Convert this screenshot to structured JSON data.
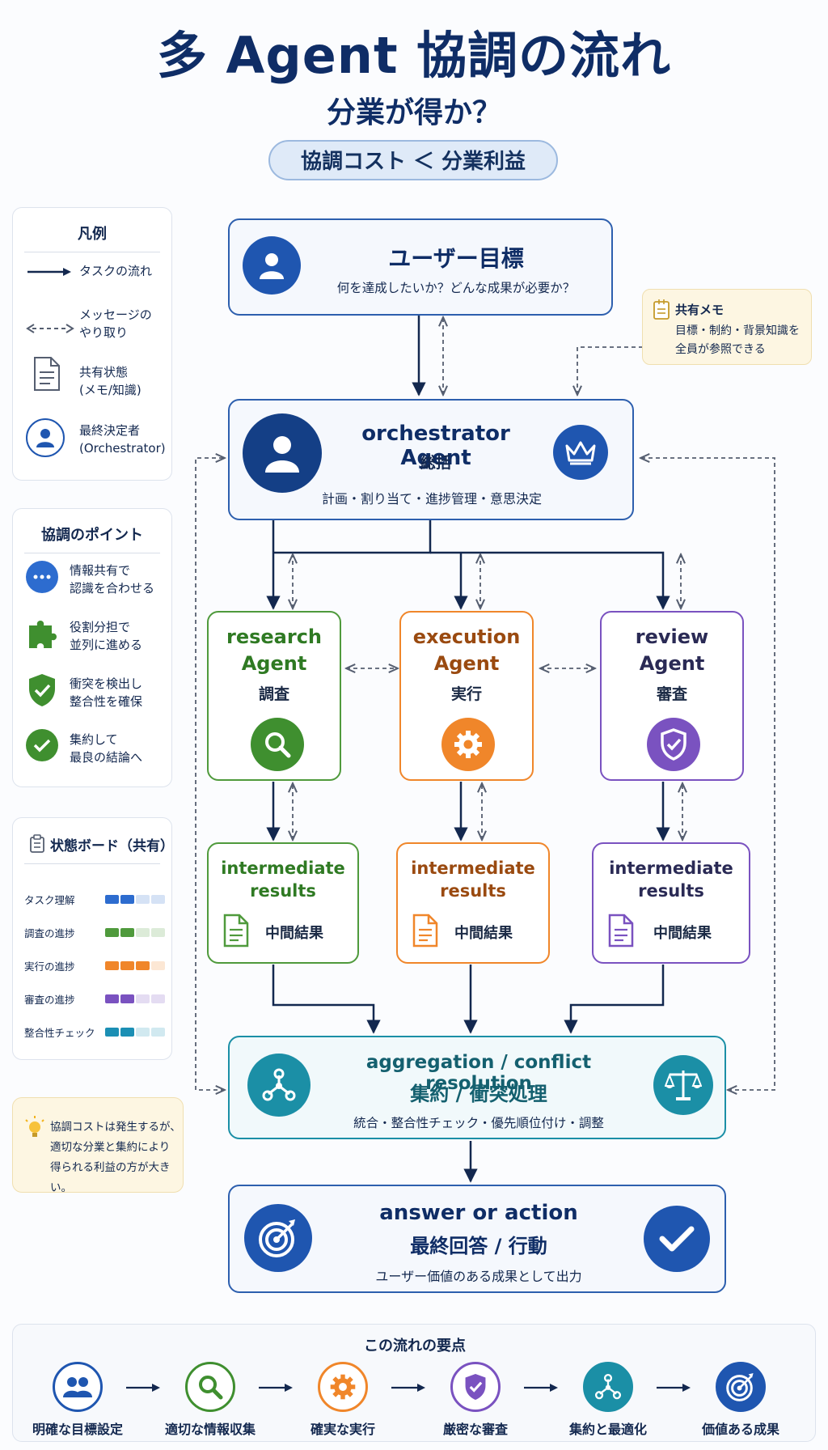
{
  "header": {
    "title": "多 Agent 協調の流れ",
    "subtitle": "分業が得か？",
    "formula": "協調コスト ＜ 分業利益"
  },
  "legend": {
    "title": "凡例",
    "items": [
      {
        "label": "タスクの流れ"
      },
      {
        "label": "メッセージの\nやり取り"
      },
      {
        "label": "共有状態\n(メモ/知識)"
      },
      {
        "label": "最終決定者\n(Orchestrator)"
      }
    ]
  },
  "points": {
    "title": "協調のポイント",
    "items": [
      {
        "label": "情報共有で\n認識を合わせる"
      },
      {
        "label": "役割分担で\n並列に進める"
      },
      {
        "label": "衝突を検出し\n整合性を確保"
      },
      {
        "label": "集約して\n最良の結論へ"
      }
    ]
  },
  "board": {
    "title": "状態ボード（共有）",
    "rows": [
      {
        "label": "タスク理解",
        "progress": 0.5,
        "color": "#2d6ccf"
      },
      {
        "label": "調査の進捗",
        "progress": 0.5,
        "color": "#4f9a3c"
      },
      {
        "label": "実行の進捗",
        "progress": 0.75,
        "color": "#f0862a"
      },
      {
        "label": "審査の進捗",
        "progress": 0.5,
        "color": "#7a52c0"
      },
      {
        "label": "整合性チェック",
        "progress": 0.5,
        "color": "#1b8fb4"
      }
    ]
  },
  "tip": {
    "text": "協調コストは発生するが、\n適切な分業と集約により\n得られる利益の方が大きい。"
  },
  "user_goal": {
    "title": "ユーザー目標",
    "desc": "何を達成したいか？どんな成果が必要か？"
  },
  "shared_memo": {
    "title": "共有メモ",
    "desc": "目標・制約・背景知識を\n全員が参照できる"
  },
  "orchestrator": {
    "name": "orchestrator Agent",
    "jp": "総括",
    "desc": "計画・割り当て・進捗管理・意思決定"
  },
  "agents": [
    {
      "name": "research\nAgent",
      "jp": "調査",
      "color": "#4f9a3c",
      "text_color": "#2f7a23",
      "icon": "magnifier-icon"
    },
    {
      "name": "execution\nAgent",
      "jp": "実行",
      "color": "#f0862a",
      "text_color": "#9a4a10",
      "icon": "gear-icon"
    },
    {
      "name": "review\nAgent",
      "jp": "審査",
      "color": "#7a52c0",
      "text_color": "#2a2a55",
      "icon": "shield-check-icon"
    }
  ],
  "intermediate": [
    {
      "name": "intermediate\nresults",
      "jp": "中間結果"
    },
    {
      "name": "intermediate\nresults",
      "jp": "中間結果"
    },
    {
      "name": "intermediate\nresults",
      "jp": "中間結果"
    }
  ],
  "aggregation": {
    "name": "aggregation / conflict resolution",
    "jp": "集約 / 衝突処理",
    "desc": "統合・整合性チェック・優先順位付け・調整"
  },
  "answer": {
    "name": "answer or action",
    "jp": "最終回答 / 行動",
    "desc": "ユーザー価値のある成果として出力"
  },
  "summary": {
    "title": "この流れの要点",
    "steps": [
      {
        "label": "明確な目標設定",
        "icon": "users-icon"
      },
      {
        "label": "適切な情報収集",
        "icon": "magnifier-icon"
      },
      {
        "label": "確実な実行",
        "icon": "gear-icon"
      },
      {
        "label": "厳密な審査",
        "icon": "shield-check-icon"
      },
      {
        "label": "集約と最適化",
        "icon": "network-icon"
      },
      {
        "label": "価値ある成果",
        "icon": "target-icon"
      }
    ]
  },
  "colors": {
    "primary": "#1f56b0",
    "research": "#4f9a3c",
    "execution": "#f0862a",
    "review": "#7a52c0",
    "teal": "#1b8fa6"
  }
}
